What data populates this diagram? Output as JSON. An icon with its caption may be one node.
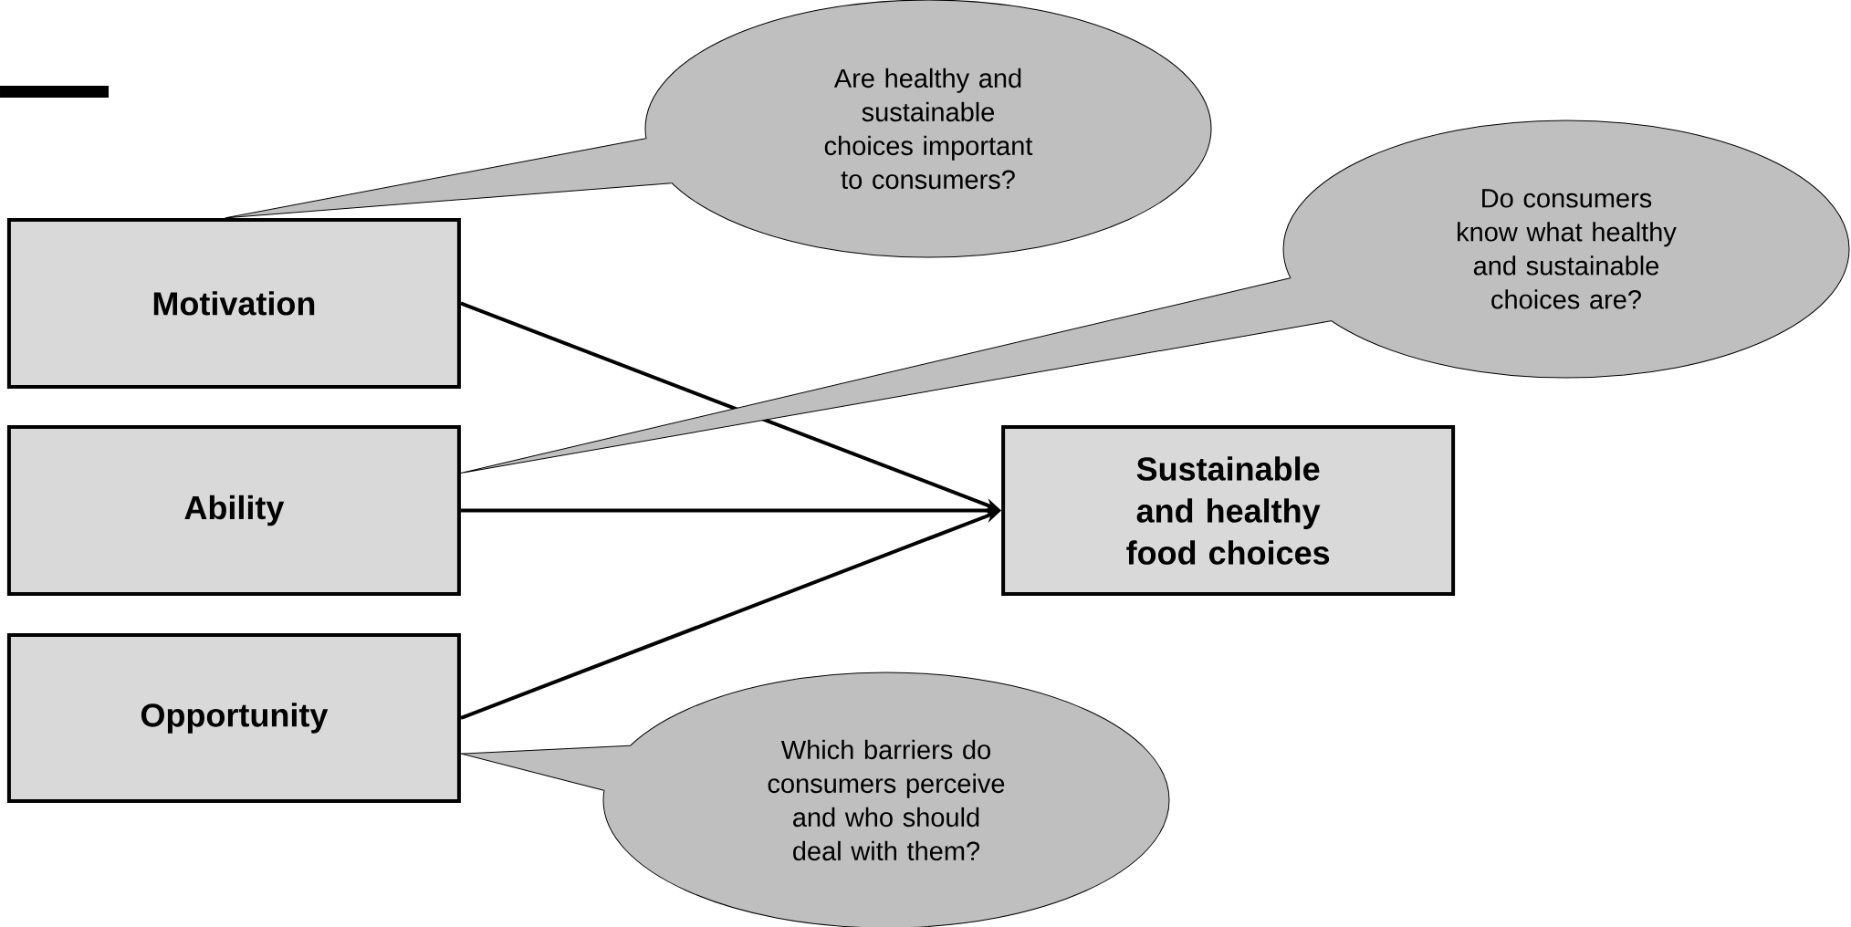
{
  "diagram": {
    "nodes": [
      {
        "text": [
          "Motivation"
        ]
      },
      {
        "text": [
          "Ability"
        ]
      },
      {
        "text": [
          "Opportunity"
        ]
      },
      {
        "text": [
          "Sustainable and healthy food choices"
        ]
      },
      {
        "text": [
          "Are healthy and sustainable choices important to consumers?"
        ]
      },
      {
        "text": [
          "Do consumers know what healthy and sustainable choices are?"
        ]
      },
      {
        "text": [
          "Which barriers do consumers perceive and who should deal with them?"
        ]
      }
    ],
    "edges": [
      {
        "from": 0,
        "to": 3,
        "arrow": "to"
      },
      {
        "from": 1,
        "to": 3,
        "arrow": "to"
      },
      {
        "from": 2,
        "to": 3,
        "arrow": "to"
      },
      {
        "from": 4,
        "to": 0,
        "arrow": "none"
      },
      {
        "from": 5,
        "to": 1,
        "arrow": "none"
      },
      {
        "from": 6,
        "to": 2,
        "arrow": "none"
      }
    ]
  }
}
